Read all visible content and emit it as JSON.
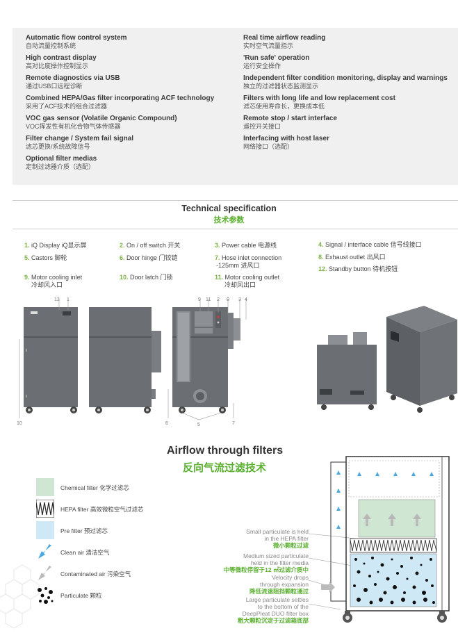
{
  "features": {
    "left": [
      {
        "en": "Automatic flow control system",
        "zh": "自动流量控制系统"
      },
      {
        "en": "High contrast display",
        "zh": "高对比度操作控制显示"
      },
      {
        "en": "Remote diagnostics via USB",
        "zh": "通过USB口远程诊断"
      },
      {
        "en": "Combined HEPA/Gas filter incorporating ACF technology",
        "zh": "采用了ACF技术的组合过滤器"
      },
      {
        "en": "VOC gas sensor (Volatile Organic Compound)",
        "zh": "VOC挥发性有机化合物气体传感器"
      },
      {
        "en": "Filter change / System fail signal",
        "zh": "滤芯更换/系统故障信号"
      },
      {
        "en": "Optional filter medias",
        "zh": "定制过滤器介质（选配）"
      }
    ],
    "right": [
      {
        "en": "Real time airflow reading",
        "zh": "实时空气流量指示"
      },
      {
        "en": "'Run safe' operation",
        "zh": "运行安全操作"
      },
      {
        "en": "Independent filter condition monitoring, display and warnings",
        "zh": "独立的过滤器状态监测显示"
      },
      {
        "en": "Filters with long life and low replacement cost",
        "zh": "滤芯使用寿命长，更换成本低"
      },
      {
        "en": "Remote stop / start interface",
        "zh": "遥控开关接口"
      },
      {
        "en": "Interfacing with host laser",
        "zh": "网络接口（选配）"
      }
    ]
  },
  "spec": {
    "title": "Technical specification",
    "subtitle": "技术参数",
    "items": [
      {
        "n": "1.",
        "text": "iQ Display iQ显示屏"
      },
      {
        "n": "2.",
        "text": "On / off switch 开关"
      },
      {
        "n": "3.",
        "text": "Power cable 电源线"
      },
      {
        "n": "4.",
        "text": "Signal / interface cable 信号线接口"
      },
      {
        "n": "5.",
        "text": "Castors 脚轮"
      },
      {
        "n": "6.",
        "text": "Door hinge 门铰链"
      },
      {
        "n": "7.",
        "text": "Hose inlet connection",
        "text2": "-125mm 进风口"
      },
      {
        "n": "8.",
        "text": "Exhaust outlet 出风口"
      },
      {
        "n": "9.",
        "text": "Motor cooling inlet",
        "text2": "冷却风入口"
      },
      {
        "n": "10.",
        "text": "Door latch 门锁"
      },
      {
        "n": "11.",
        "text": "Motor cooling outlet",
        "text2": "冷却风出口"
      },
      {
        "n": "12.",
        "text": "Standby button 待机按钮"
      }
    ],
    "callouts": {
      "c12": "12",
      "c1": "1",
      "c9": "9",
      "c11": "11",
      "c2": "2",
      "c8": "8",
      "c3": "3",
      "c4": "4",
      "c10": "10",
      "c6": "6",
      "c5": "5",
      "c7": "7"
    }
  },
  "airflow": {
    "title": "Airflow through filters",
    "subtitle": "反向气流过滤技术",
    "legend": [
      {
        "en": "Chemical filter",
        "zh": "化学过滤芯"
      },
      {
        "en": "HEPA filter",
        "zh": "高效微粒空气过滤芯"
      },
      {
        "en": "Pre filter",
        "zh": "预过滤芯"
      },
      {
        "en": "Clean air",
        "zh": "清洁空气"
      },
      {
        "en": "Contaminated air",
        "zh": "污染空气"
      },
      {
        "en": "Particulate",
        "zh": "颗粒"
      }
    ],
    "annotations": [
      {
        "en1": "Small particulate is held",
        "en2": "in the HEPA filter",
        "zh": "微小颗粒过滤"
      },
      {
        "en1": "Medium sized particulate",
        "en2": "held in the filter media",
        "zh": "中等微粒停留于12 ㎡过滤介质中"
      },
      {
        "en1": "Velocity drops",
        "en2": "through expansion",
        "zh": "降低流速阻挡颗粒通过"
      },
      {
        "en1": "Large particulate settles",
        "en2": "to the bottom of the",
        "en3": "DeepPleat DUO filter box",
        "zh": "粗大颗粒沉淀于过滤箱底部"
      }
    ]
  },
  "colors": {
    "accent": "#5ab030",
    "chemical": "#cfe6d2",
    "pre": "#cfe8f6",
    "cabinet": "#6b6e72"
  }
}
